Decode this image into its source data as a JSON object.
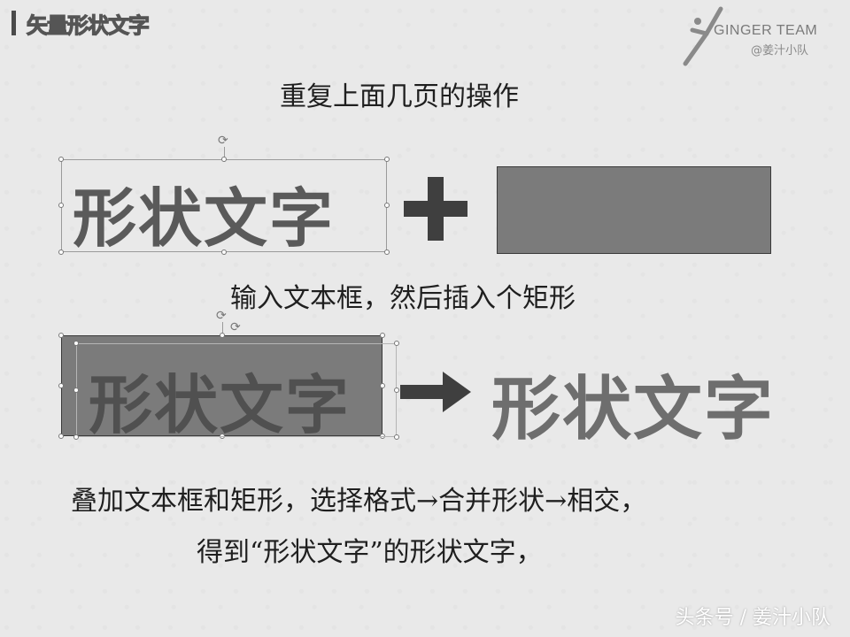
{
  "header": {
    "title": "矢量形状文字",
    "logo_brand": "GINGER TEAM",
    "logo_sub": "@姜汁小队"
  },
  "slide": {
    "step_repeat": "重复上面几页的操作",
    "sample_word": "形状文字",
    "step_insert": "输入文本框，然后插入个矩形",
    "step_merge_line1": "叠加文本框和矩形，选择格式→合并形状→相交，",
    "step_merge_line2": "得到“形状文字”的形状文字，"
  },
  "footer": {
    "credit": "头条号 / 姜汁小队"
  },
  "icons": {
    "plus": "plus-icon",
    "arrow": "arrow-right-icon",
    "rotate": "rotate-handle-icon"
  },
  "colors": {
    "text_dark": "#5a5a5a",
    "rect_fill": "#7b7b7b",
    "result_text": "#6e6e6e"
  }
}
